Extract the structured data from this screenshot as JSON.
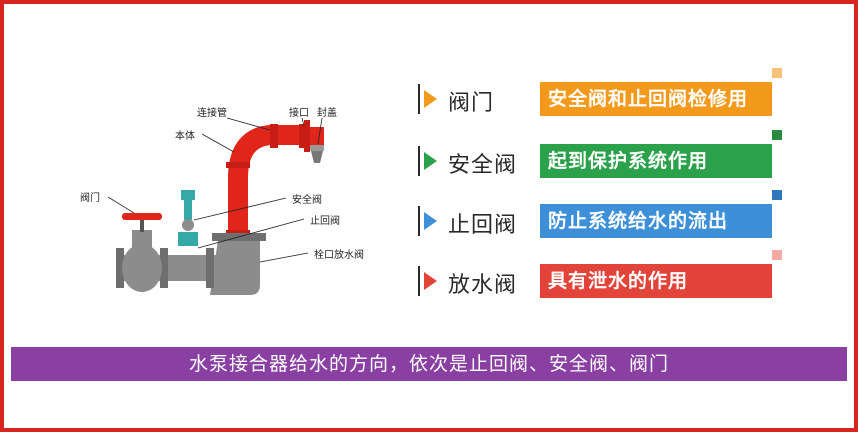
{
  "diagram_labels": {
    "lianjieguan": "连接管",
    "jiekou": "接口",
    "fenggai": "封盖",
    "benti": "本体",
    "famen": "阀门",
    "anquanfa": "安全阀",
    "zhihuifa": "止回阀",
    "shuankou_fangshuifa": "栓口放水阀"
  },
  "legend": [
    {
      "name": "阀门",
      "desc": "安全阀和止回阀检修用",
      "color": "#f39a1c",
      "arrow_color": "#f39a1c"
    },
    {
      "name": "安全阀",
      "desc": "起到保护系统作用",
      "color": "#2aa14a",
      "arrow_color": "#2aa14a"
    },
    {
      "name": "止回阀",
      "desc": "防止系统给水的流出",
      "color": "#3d8fd8",
      "arrow_color": "#3d8fd8"
    },
    {
      "name": "放水阀",
      "desc": "具有泄水的作用",
      "color": "#e2443a",
      "arrow_color": "#e2443a"
    }
  ],
  "footer": {
    "text": "水泵接合器给水的方向，依次是止回阀、安全阀、阀门"
  },
  "colors": {
    "frame": "#d7261f",
    "pipe_red": "#e0261b",
    "valve_gray": "#8c8c8c",
    "teal": "#35a8a8",
    "footer_bg": "#8a3fa3"
  }
}
